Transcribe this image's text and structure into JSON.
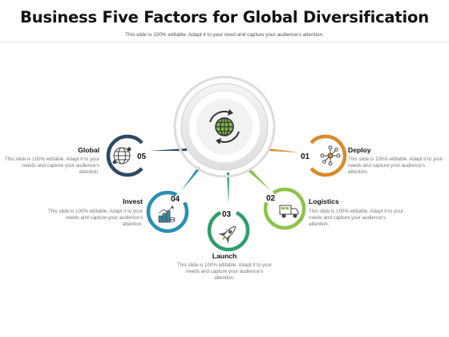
{
  "header": {
    "title": "Business Five Factors for Global Diversification",
    "subtitle": "This slide is 100% editable. Adapt it to your need and capture your audience's attention."
  },
  "center": {
    "icon": "globe-icon"
  },
  "factors": [
    {
      "number": "01",
      "label": "Deploy",
      "description": "This slide is 100% editable. Adapt it to your needs and capture your audience's attention.",
      "color": "#D98A2A",
      "icon": "network-icon"
    },
    {
      "number": "02",
      "label": "Logistics",
      "description": "This slide is 100% editable. Adapt it to your needs and capture your audience's attention.",
      "color": "#8CC34A",
      "icon": "truck-icon"
    },
    {
      "number": "03",
      "label": "Launch",
      "description": "This slide is 100% editable. Adapt it to your needs and capture your audience's attention.",
      "color": "#2E9E6B",
      "icon": "rocket-icon"
    },
    {
      "number": "04",
      "label": "Invest",
      "description": "This slide is 100% editable. Adapt it to your needs and capture your audience's attention.",
      "color": "#2A8FB0",
      "icon": "investment-icon"
    },
    {
      "number": "05",
      "label": "Global",
      "description": "This slide is 100% editable. Adapt it to your needs and capture your audience's attention.",
      "color": "#2C4A66",
      "icon": "global-network-icon"
    }
  ]
}
